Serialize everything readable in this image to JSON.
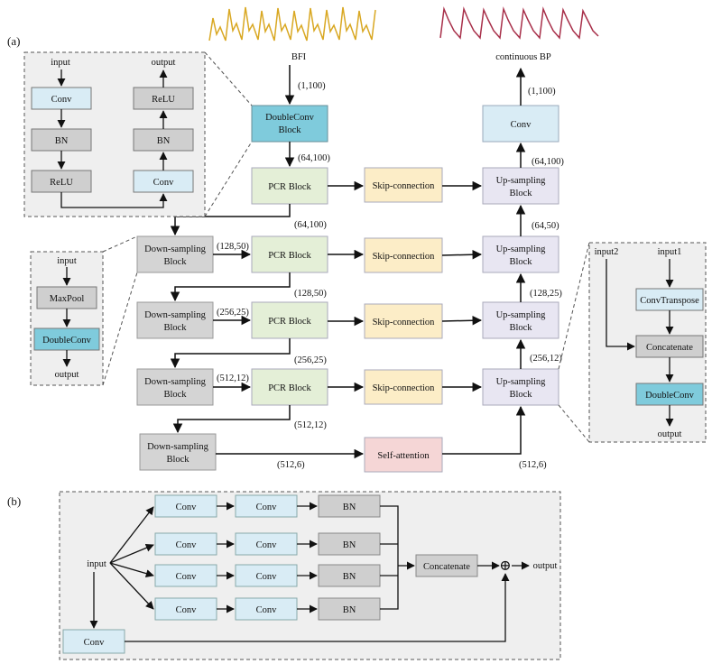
{
  "panel_labels": {
    "a": "(a)",
    "b": "(b)"
  },
  "signals": {
    "input_label": "BFI",
    "output_label": "continuous BP"
  },
  "main": {
    "doubleconv_block": [
      "DoubleConv",
      "Block"
    ],
    "conv": "Conv",
    "pcr": "PCR Block",
    "skip": "Skip-connection",
    "down": [
      "Down-sampling",
      "Block"
    ],
    "up": [
      "Up-sampling",
      "Block"
    ],
    "self_attention": "Self-attention",
    "shapes": {
      "s1_100": "(1,100)",
      "s64_100": "(64,100)",
      "s64_50": "(64,50)",
      "s128_50": "(128,50)",
      "s128_25": "(128,25)",
      "s256_25": "(256,25)",
      "s256_12": "(256,12)",
      "s512_12": "(512,12)",
      "s512_6": "(512,6)",
      "out_1_100": "(1,100)"
    }
  },
  "inset_doubleconv": {
    "input": "input",
    "output": "output",
    "left": [
      "Conv",
      "BN",
      "ReLU"
    ],
    "right": [
      "ReLU",
      "BN",
      "Conv"
    ]
  },
  "inset_down": {
    "input": "input",
    "output": "output",
    "maxpool": "MaxPool",
    "doubleconv": "DoubleConv"
  },
  "inset_up": {
    "input1": "input1",
    "input2": "input2",
    "output": "output",
    "convtranspose": "ConvTranspose",
    "concatenate": "Concatenate",
    "doubleconv": "DoubleConv"
  },
  "panel_b": {
    "input": "input",
    "output": "output",
    "conv": "Conv",
    "bn": "BN",
    "concatenate": "Concatenate",
    "plus": "⊕"
  },
  "colors": {
    "doubleconv": "#7fcbdc",
    "conv": "#d9ecf5",
    "pcr": "#e4efd7",
    "skip": "#fcedc7",
    "up": "#e8e6f2",
    "down": "#d4d4d4",
    "attention": "#f5d6d6",
    "grey": "#cfcfcf",
    "bfi_wave": "#d9a823",
    "bp_wave": "#a8304a"
  }
}
